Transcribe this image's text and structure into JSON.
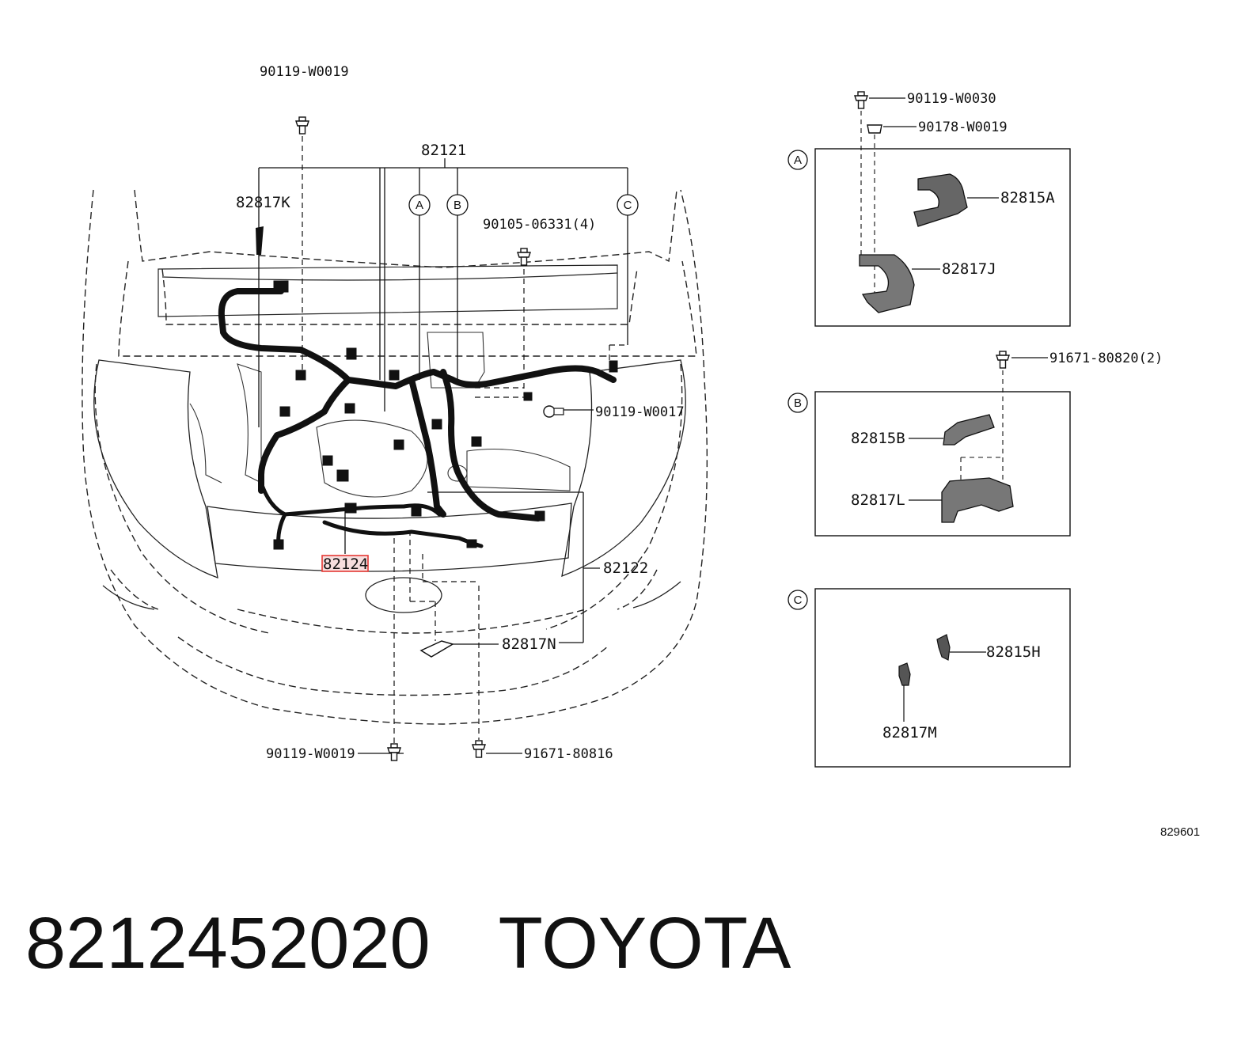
{
  "diagram": {
    "reference_number": "829601",
    "highlighted_part": "82124",
    "callouts": {
      "bolt_top_left": "90119-W0019",
      "harness_82121": "82121",
      "bracket_82817k": "82817K",
      "bolt_90105": "90105-06331(4)",
      "bolt_90119_w0017": "90119-W0017",
      "harness_82122": "82122",
      "harness_82124": "82124",
      "bracket_82817n": "82817N",
      "bolt_bottom_left": "90119-W0019",
      "bolt_bottom_right": "91671-80816"
    },
    "circle_refs": [
      "A",
      "B",
      "C"
    ],
    "detail_a": {
      "circle": "A",
      "bolt": "90119-W0030",
      "nut": "90178-W0019",
      "part_upper": "82815A",
      "part_lower": "82817J"
    },
    "detail_b": {
      "circle": "B",
      "bolt": "91671-80820(2)",
      "part_upper": "82815B",
      "part_lower": "82817L"
    },
    "detail_c": {
      "circle": "C",
      "part_upper": "82815H",
      "part_lower": "82817M"
    }
  },
  "footer": {
    "part_number": "8212452020",
    "brand": "TOYOTA"
  }
}
